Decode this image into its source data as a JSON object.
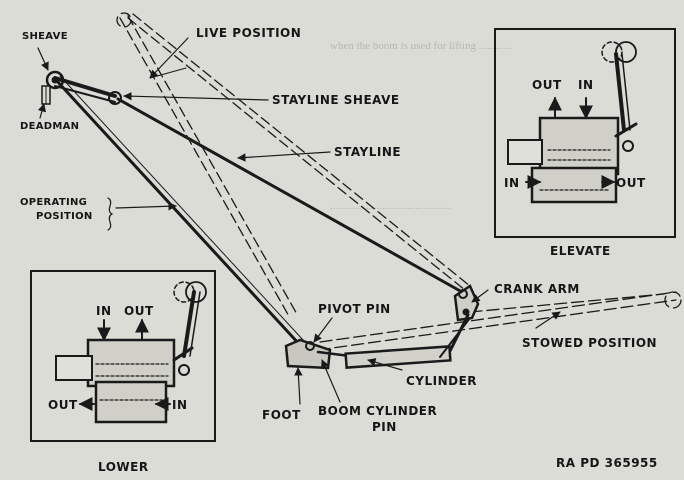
{
  "labels": {
    "sheave": "SHEAVE",
    "deadman": "DEADMAN",
    "operating_position_line1": "OPERATING",
    "operating_position_line2": "POSITION",
    "live_position": "LIVE POSITION",
    "stayline_sheave": "STAYLINE SHEAVE",
    "stayline": "STAYLINE",
    "crank_arm": "CRANK ARM",
    "pivot_pin": "PIVOT PIN",
    "stowed_position": "STOWED POSITION",
    "cylinder": "CYLINDER",
    "foot": "FOOT",
    "boom_cylinder_pin_line1": "BOOM CYLINDER",
    "boom_cylinder_pin_line2": "PIN",
    "figure_ref": "RA PD 365955"
  },
  "inset_elevate": {
    "caption": "ELEVATE",
    "out_top": "OUT",
    "in_top": "IN",
    "in_side": "IN",
    "out_side": "OUT"
  },
  "inset_lower": {
    "caption": "LOWER",
    "in_top": "IN",
    "out_top": "OUT",
    "out_side": "OUT",
    "in_side": "IN"
  }
}
